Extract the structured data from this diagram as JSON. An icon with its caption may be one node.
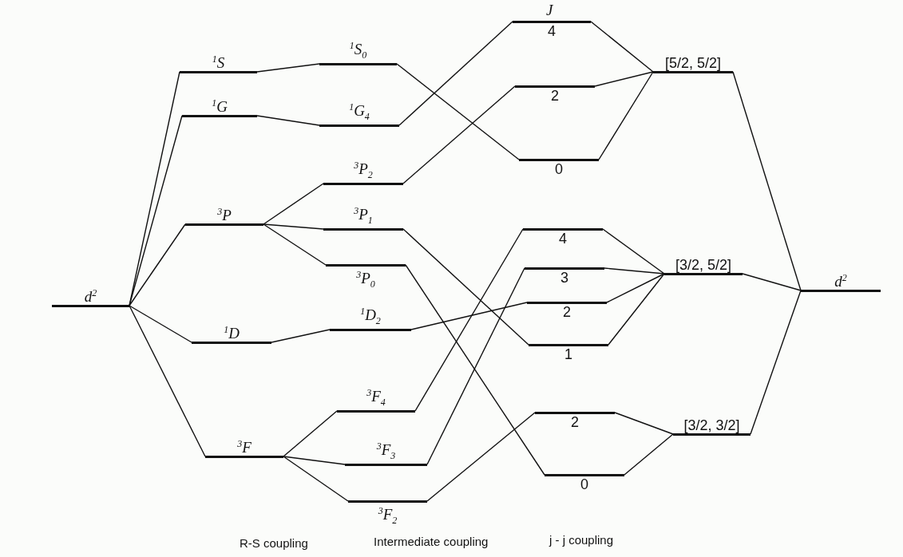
{
  "diagram": {
    "nodes": [
      {
        "text": [
          "d$^{2}$"
        ]
      },
      {
        "text": [
          "$^{1}$S"
        ]
      },
      {
        "text": [
          "$^{1}$G"
        ]
      },
      {
        "text": [
          "$^{3}$P"
        ]
      },
      {
        "text": [
          "$^{1}$D"
        ]
      },
      {
        "text": [
          "$^{3}$F"
        ]
      },
      {
        "text": [
          "$^{1}$S$_{0}$"
        ]
      },
      {
        "text": [
          "$^{1}$G$_{4}$"
        ]
      },
      {
        "text": [
          "$^{3}$P$_{2}$"
        ]
      },
      {
        "text": [
          "$^{3}$P$_{1}$"
        ]
      },
      {
        "text": [
          "$^{3}$P$_{0}$"
        ]
      },
      {
        "text": [
          "$^{1}$D$_{2}$"
        ]
      },
      {
        "text": [
          "$^{3}$F$_{4}$"
        ]
      },
      {
        "text": [
          "$^{3}$F$_{3}$"
        ]
      },
      {
        "text": [
          "$^{3}$F$_{2}$"
        ]
      },
      {
        "text": [
          "4"
        ]
      },
      {
        "text": [
          "2"
        ]
      },
      {
        "text": [
          "0"
        ]
      },
      {
        "text": [
          "4"
        ]
      },
      {
        "text": [
          "3"
        ]
      },
      {
        "text": [
          "2"
        ]
      },
      {
        "text": [
          "1"
        ]
      },
      {
        "text": [
          "2"
        ]
      },
      {
        "text": [
          "0"
        ]
      },
      {
        "text": [
          "[5/2, 5/2]"
        ]
      },
      {
        "text": [
          "[3/2, 5/2]"
        ]
      },
      {
        "text": [
          "[3/2, 3/2]"
        ]
      },
      {
        "text": [
          "d$^{2}$"
        ]
      }
    ],
    "edges": [
      {
        "from": 0,
        "to": 1,
        "arrow": "none"
      },
      {
        "from": 0,
        "to": 2,
        "arrow": "none"
      },
      {
        "from": 0,
        "to": 3,
        "arrow": "none"
      },
      {
        "from": 0,
        "to": 4,
        "arrow": "none"
      },
      {
        "from": 0,
        "to": 5,
        "arrow": "none"
      },
      {
        "from": 1,
        "to": 6,
        "arrow": "none"
      },
      {
        "from": 2,
        "to": 7,
        "arrow": "none"
      },
      {
        "from": 3,
        "to": 8,
        "arrow": "none"
      },
      {
        "from": 3,
        "to": 9,
        "arrow": "none"
      },
      {
        "from": 3,
        "to": 10,
        "arrow": "none"
      },
      {
        "from": 4,
        "to": 11,
        "arrow": "none"
      },
      {
        "from": 5,
        "to": 12,
        "arrow": "none"
      },
      {
        "from": 5,
        "to": 13,
        "arrow": "none"
      },
      {
        "from": 5,
        "to": 14,
        "arrow": "none"
      },
      {
        "from": 6,
        "to": 17,
        "arrow": "none"
      },
      {
        "from": 7,
        "to": 15,
        "arrow": "none"
      },
      {
        "from": 8,
        "to": 16,
        "arrow": "none"
      },
      {
        "from": 9,
        "to": 21,
        "arrow": "none"
      },
      {
        "from": 10,
        "to": 23,
        "arrow": "none"
      },
      {
        "from": 11,
        "to": 20,
        "arrow": "none"
      },
      {
        "from": 12,
        "to": 18,
        "arrow": "none"
      },
      {
        "from": 13,
        "to": 19,
        "arrow": "none"
      },
      {
        "from": 14,
        "to": 22,
        "arrow": "none"
      },
      {
        "from": 15,
        "to": 24,
        "arrow": "none"
      },
      {
        "from": 16,
        "to": 24,
        "arrow": "none"
      },
      {
        "from": 17,
        "to": 24,
        "arrow": "none"
      },
      {
        "from": 18,
        "to": 25,
        "arrow": "none"
      },
      {
        "from": 19,
        "to": 25,
        "arrow": "none"
      },
      {
        "from": 20,
        "to": 25,
        "arrow": "none"
      },
      {
        "from": 21,
        "to": 25,
        "arrow": "none"
      },
      {
        "from": 22,
        "to": 26,
        "arrow": "none"
      },
      {
        "from": 23,
        "to": 26,
        "arrow": "none"
      },
      {
        "from": 24,
        "to": 27,
        "arrow": "none"
      },
      {
        "from": 25,
        "to": 27,
        "arrow": "none"
      },
      {
        "from": 26,
        "to": 27,
        "arrow": "none"
      }
    ],
    "labels": [
      "J",
      "R-S coupling",
      "Intermediate coupling",
      "j - j coupling"
    ]
  }
}
